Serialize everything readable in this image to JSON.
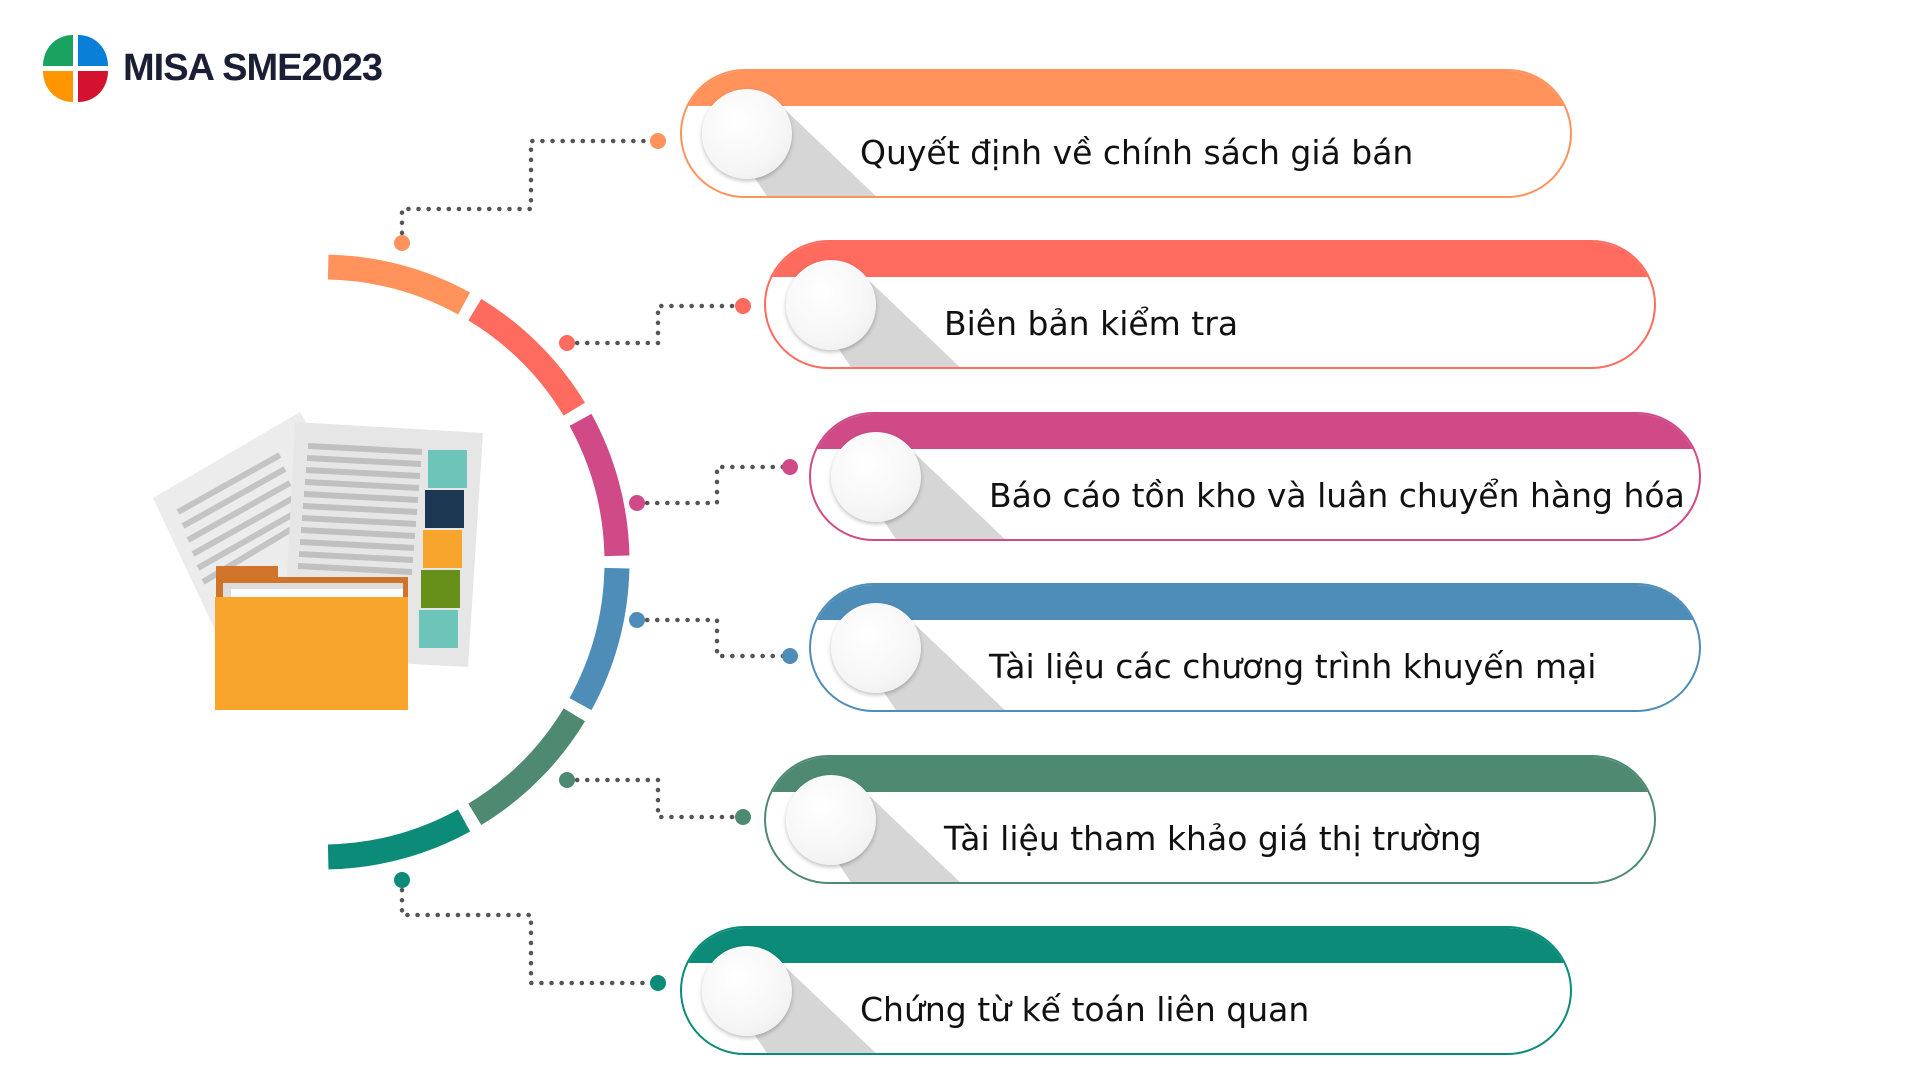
{
  "logo": {
    "text": "MISA SME2023",
    "colors": [
      "#1aa260",
      "#0a7fd8",
      "#ff9500",
      "#d4122f"
    ]
  },
  "items": [
    {
      "label": "Quyết định về chính sách giá bán",
      "color": "#ff935b"
    },
    {
      "label": "Biên bản kiểm tra",
      "color": "#ff6b5e"
    },
    {
      "label": "Báo cáo tồn kho và luân chuyển hàng hóa",
      "color": "#d04a87"
    },
    {
      "label": "Tài liệu các chương trình khuyến mại",
      "color": "#4e8db8"
    },
    {
      "label": "Tài liệu tham khảo giá thị trường",
      "color": "#4e8a72"
    },
    {
      "label": "Chứng từ kế toán liên quan",
      "color": "#0b8b78"
    }
  ]
}
